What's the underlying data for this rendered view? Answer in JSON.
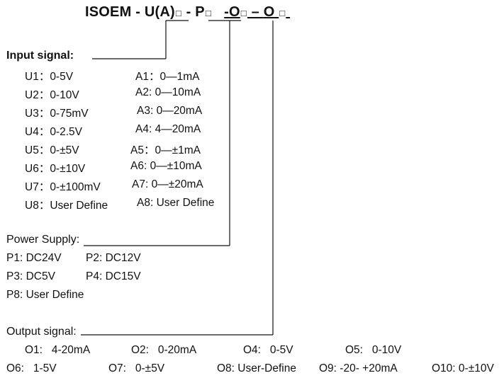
{
  "title": {
    "prefix": "ISOEM - ",
    "input_code": "U(A)",
    "box": "□",
    "sep1": " - ",
    "power_code": "P",
    "output_code1": "-O",
    "dash2": " – ",
    "output_code2": "O"
  },
  "input": {
    "label": "Input signal:",
    "voltage": [
      "U1：0-5V",
      "U2：0-10V",
      "U3：0-75mV",
      "U4：0-2.5V",
      "U5：0-±5V",
      "U6：0-±10V",
      "U7：0-±100mV",
      "U8：User Define"
    ],
    "current": [
      "A1：0—1mA",
      "A2: 0—10mA",
      "A3: 0—20mA",
      "A4: 4—20mA",
      "A5：0—±1mA",
      "A6: 0—±10mA",
      "A7: 0—±20mA",
      "A8: User Define"
    ]
  },
  "power": {
    "label": "Power Supply:",
    "row1": [
      "P1: DC24V",
      "P2: DC12V"
    ],
    "row2": [
      "P3: DC5V",
      "P4: DC15V"
    ],
    "row3": [
      "P8: User Define"
    ]
  },
  "output": {
    "label": "Output signal:",
    "row1": [
      "O1:   4-20mA",
      "O2:   0-20mA",
      "O4:   0-5V",
      "O5:   0-10V"
    ],
    "row2": [
      "O6:   1-5V",
      "O7:   0-±5V",
      "O8: User-Define",
      "O9: -20- +20mA",
      "O10: 0-±10V"
    ]
  }
}
